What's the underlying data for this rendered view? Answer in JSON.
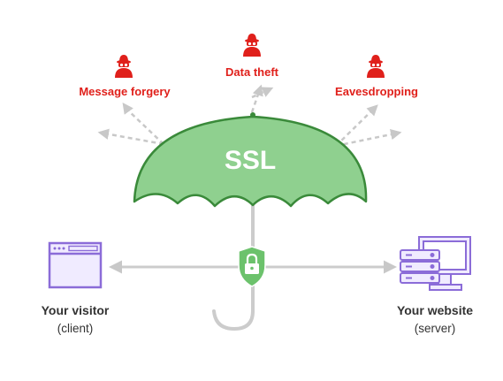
{
  "shield_label": "SSL",
  "threats": [
    {
      "label": "Message forgery",
      "icon": "spy-icon"
    },
    {
      "label": "Data theft",
      "icon": "spy-icon"
    },
    {
      "label": "Eavesdropping",
      "icon": "spy-icon"
    }
  ],
  "client": {
    "title": "Your visitor",
    "subtitle": "(client)",
    "icon": "browser-window-icon"
  },
  "server": {
    "title": "Your website",
    "subtitle": "(server)",
    "icon": "server-icon"
  },
  "lock_icon": "padlock-shield-icon",
  "colors": {
    "umbrella_fill": "#8fd08f",
    "umbrella_stroke": "#3a8a3a",
    "threat": "#e0201b",
    "purple": "#8b6cd8",
    "gray": "#c8c8c8",
    "shield": "#6cc26c"
  }
}
